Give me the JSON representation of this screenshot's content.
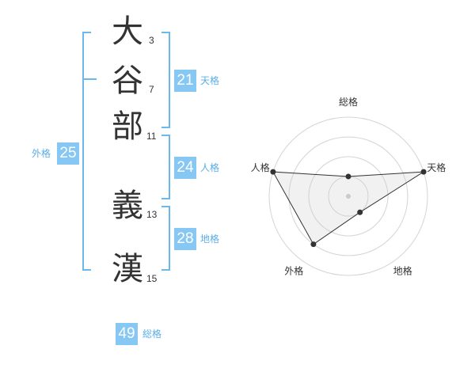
{
  "name_chars": [
    {
      "char": "大",
      "strokes": "3"
    },
    {
      "char": "谷",
      "strokes": "7"
    },
    {
      "char": "部",
      "strokes": "11"
    },
    {
      "char": "義",
      "strokes": "13"
    },
    {
      "char": "漢",
      "strokes": "15"
    }
  ],
  "fortunes": {
    "tenkaku": {
      "value": "21",
      "label": "天格"
    },
    "jinkaku": {
      "value": "24",
      "label": "人格"
    },
    "chikaku": {
      "value": "28",
      "label": "地格"
    },
    "gaikaku": {
      "value": "25",
      "label": "外格"
    },
    "soukaku": {
      "value": "49",
      "label": "総格"
    }
  },
  "colors": {
    "accent": "#86c8f3",
    "bracket": "#6ab8ec",
    "text": "#333333"
  },
  "chart_data": {
    "type": "radar",
    "axes": [
      "総格",
      "天格",
      "地格",
      "外格",
      "人格"
    ],
    "values": [
      0.25,
      1.0,
      0.25,
      0.75,
      1.0
    ],
    "max": 1,
    "rings": 4
  }
}
